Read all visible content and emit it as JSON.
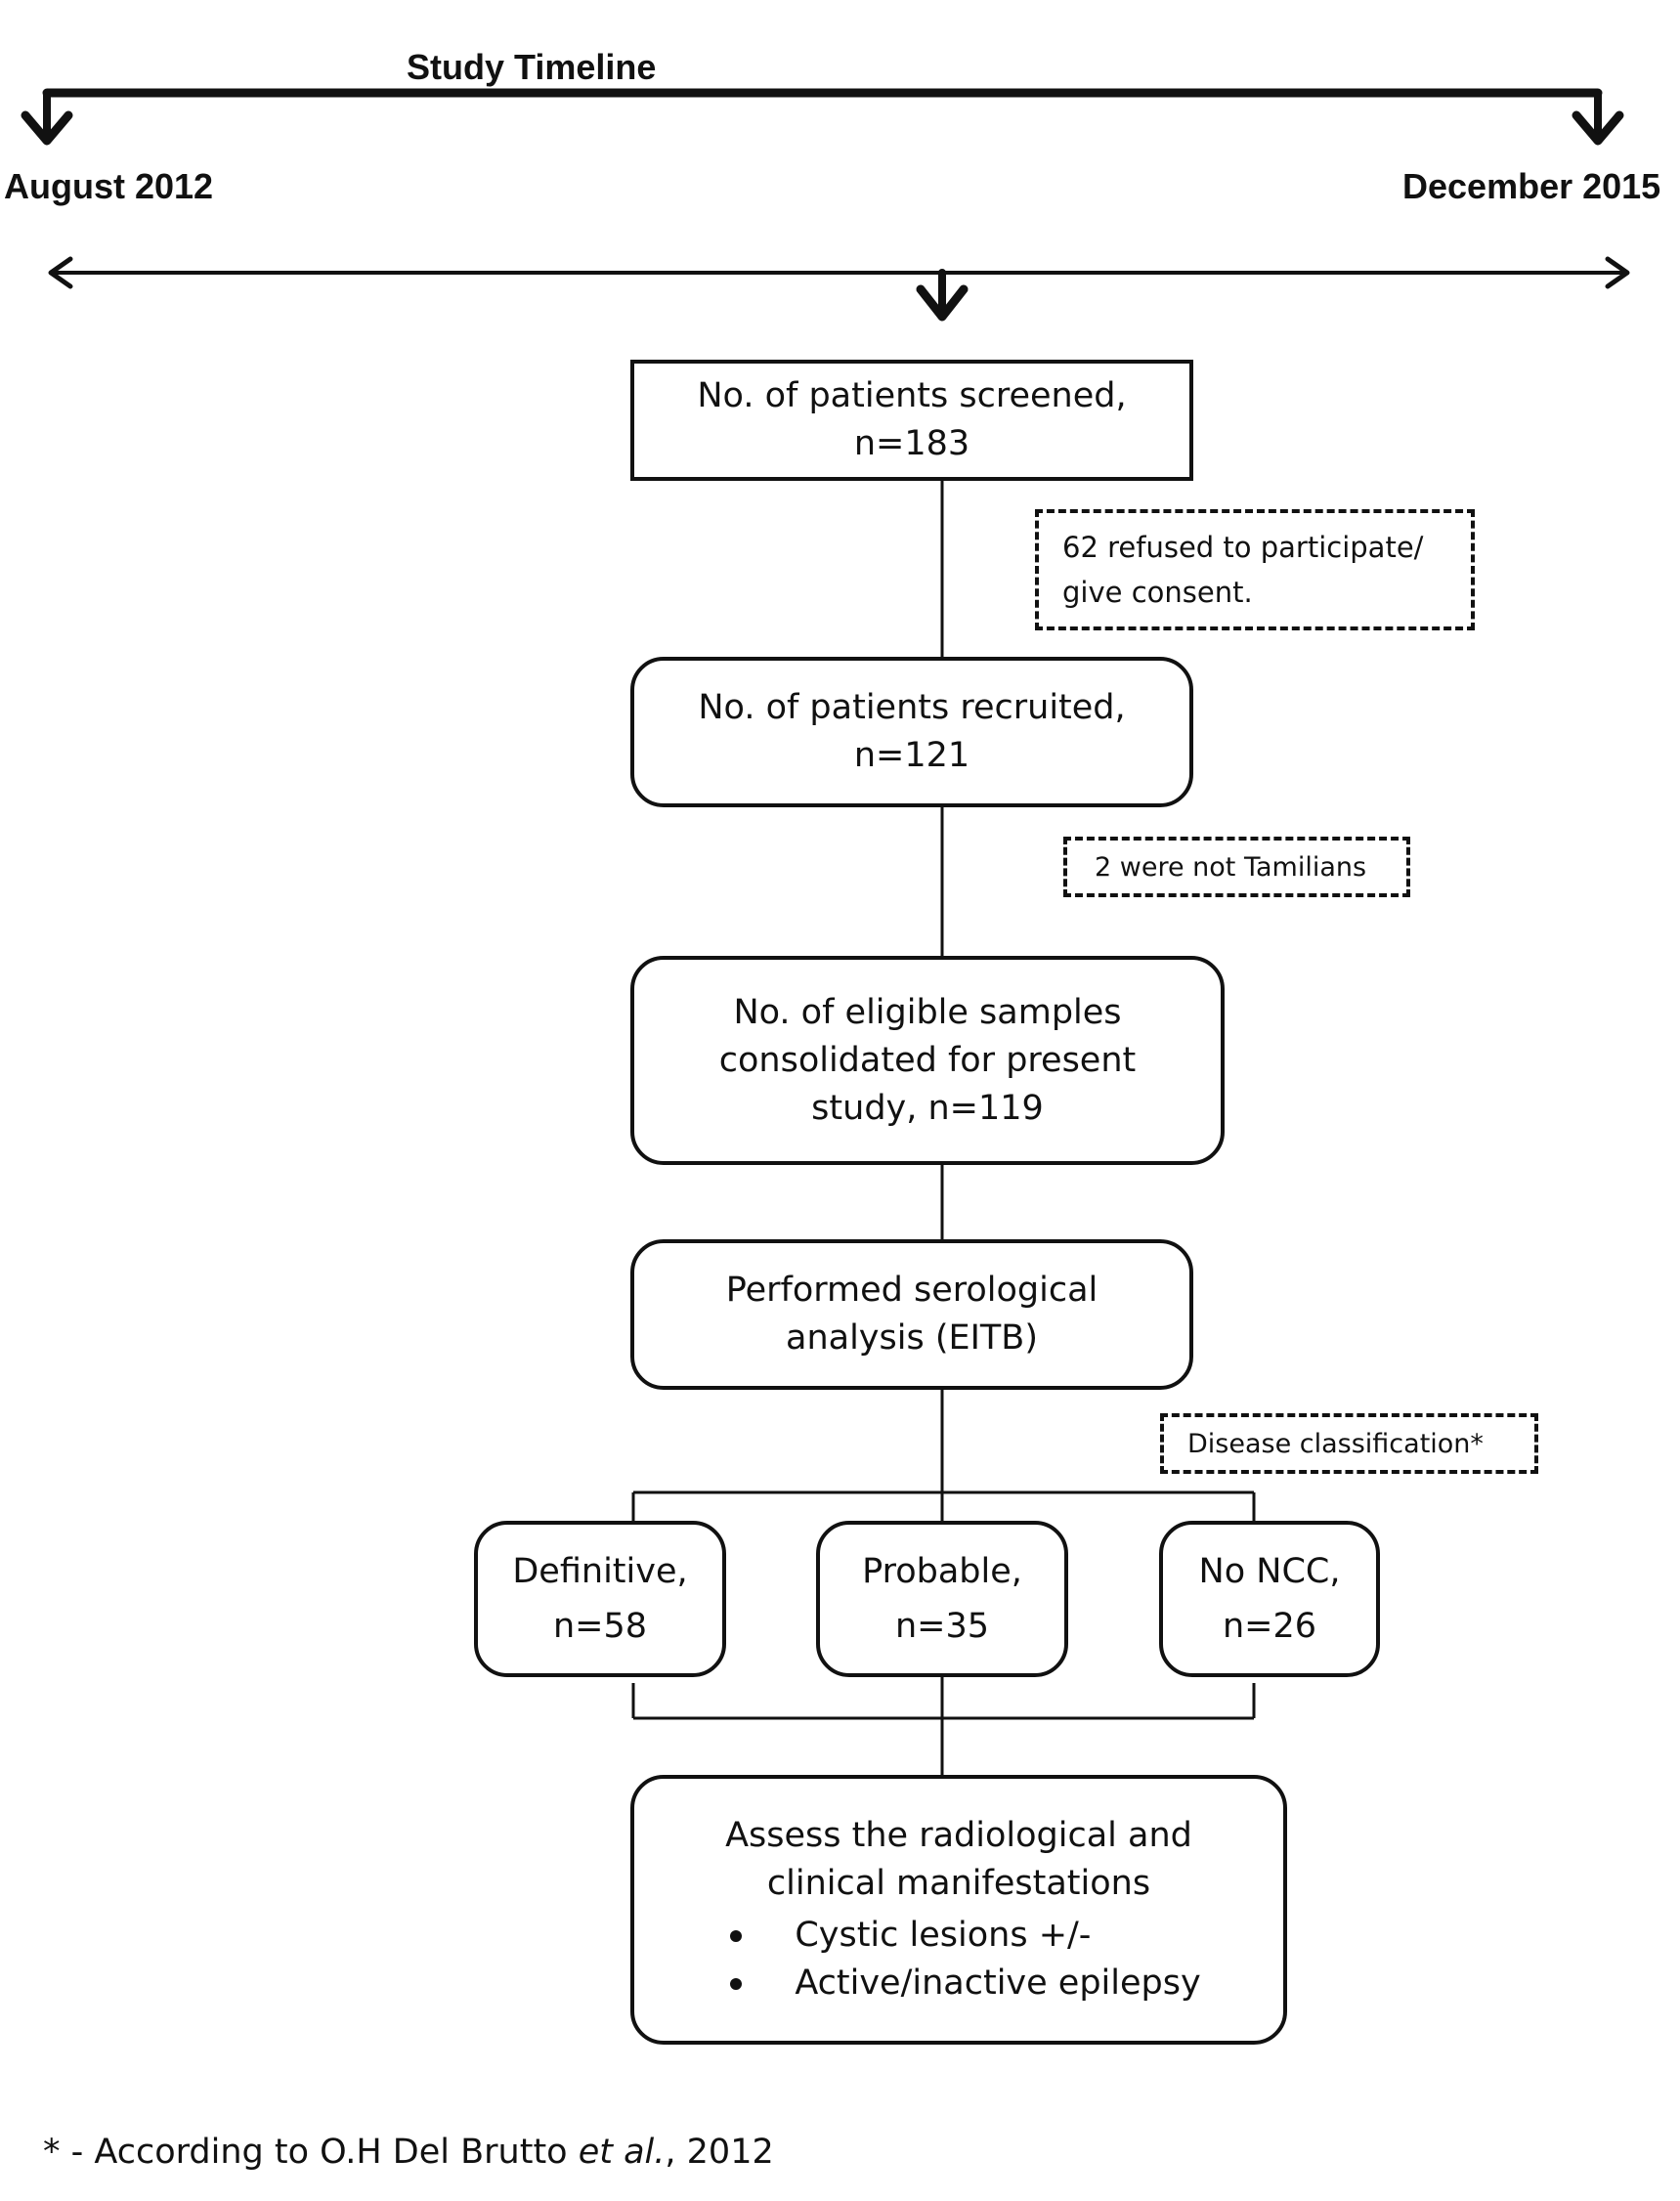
{
  "timeline": {
    "title": "Study Timeline",
    "start": "August 2012",
    "end": "December 2015"
  },
  "flow": {
    "screened": {
      "line1": "No. of patients screened,",
      "line2": "n=183"
    },
    "refused": {
      "line1": "62 refused to participate/",
      "line2": "give consent."
    },
    "recruited": {
      "line1": "No. of patients recruited,",
      "line2": "n=121"
    },
    "not_tamil": {
      "text": "2 were not Tamilians"
    },
    "eligible": {
      "line1": "No. of eligible samples",
      "line2": "consolidated for present",
      "line3": "study, n=119"
    },
    "serology": {
      "line1": "Performed serological",
      "line2": "analysis (EITB)"
    },
    "classification": {
      "text": "Disease classification*"
    },
    "definitive": {
      "line1": "Definitive,",
      "line2": "n=58"
    },
    "probable": {
      "line1": "Probable,",
      "line2": "n=35"
    },
    "no_ncc": {
      "line1": "No NCC,",
      "line2": "n=26"
    },
    "assess": {
      "line1": "Assess the radiological and",
      "line2": "clinical manifestations",
      "bullets": [
        "Cystic lesions +/-",
        "Active/inactive epilepsy"
      ]
    }
  },
  "footnote": {
    "prefix": "* - According to O.H Del Brutto ",
    "italic": "et al.",
    "suffix": ", 2012"
  }
}
